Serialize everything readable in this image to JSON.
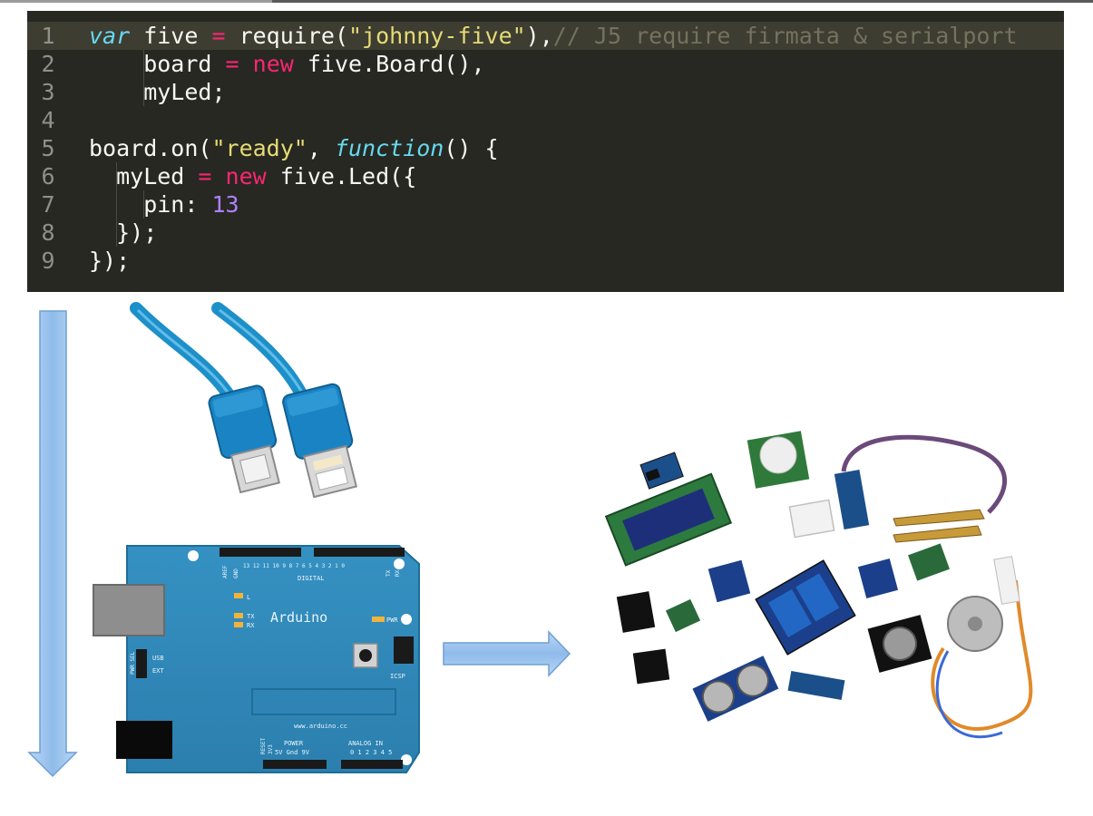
{
  "colors": {
    "editor_bg": "#272822",
    "active_line": "#3e3d32",
    "keyword": "#66d9ef",
    "operator": "#f92672",
    "string": "#e6db74",
    "comment": "#75715e",
    "number": "#ae81ff",
    "arrow": "#9cc3ee",
    "board": "#2f86b5",
    "cable": "#1d8fc9"
  },
  "code": {
    "lines": [
      {
        "n": "1",
        "tokens": [
          {
            "t": "var",
            "c": "kw-it"
          },
          {
            "t": " five ",
            "c": "plain"
          },
          {
            "t": "=",
            "c": "op"
          },
          {
            "t": " require(",
            "c": "plain"
          },
          {
            "t": "\"johnny-five\"",
            "c": "str"
          },
          {
            "t": "),",
            "c": "plain"
          },
          {
            "t": "// J5 require firmata & serialport",
            "c": "cm"
          }
        ]
      },
      {
        "n": "2",
        "tokens": [
          {
            "t": "    board ",
            "c": "plain"
          },
          {
            "t": "=",
            "c": "op"
          },
          {
            "t": " ",
            "c": "plain"
          },
          {
            "t": "new",
            "c": "op"
          },
          {
            "t": " five.Board(),",
            "c": "plain"
          }
        ]
      },
      {
        "n": "3",
        "tokens": [
          {
            "t": "    myLed;",
            "c": "plain"
          }
        ]
      },
      {
        "n": "4",
        "tokens": []
      },
      {
        "n": "5",
        "tokens": [
          {
            "t": "board.on(",
            "c": "plain"
          },
          {
            "t": "\"ready\"",
            "c": "str"
          },
          {
            "t": ", ",
            "c": "plain"
          },
          {
            "t": "function",
            "c": "kw-it"
          },
          {
            "t": "() {",
            "c": "plain"
          }
        ]
      },
      {
        "n": "6",
        "tokens": [
          {
            "t": "  myLed ",
            "c": "plain"
          },
          {
            "t": "=",
            "c": "op"
          },
          {
            "t": " ",
            "c": "plain"
          },
          {
            "t": "new",
            "c": "op"
          },
          {
            "t": " five.Led({",
            "c": "plain"
          }
        ]
      },
      {
        "n": "7",
        "tokens": [
          {
            "t": "    pin: ",
            "c": "plain"
          },
          {
            "t": "13",
            "c": "num"
          }
        ]
      },
      {
        "n": "8",
        "tokens": [
          {
            "t": "  });",
            "c": "plain"
          }
        ]
      },
      {
        "n": "9",
        "tokens": [
          {
            "t": "});",
            "c": "plain"
          }
        ]
      }
    ]
  },
  "board_labels": {
    "name": "Arduino",
    "digital": "DIGITAL",
    "aref": "AREF",
    "gnd": "GND",
    "tx": "TX",
    "rx": "RX",
    "l": "L",
    "pwr": "PWR",
    "pwr_sel": "PWR SEL",
    "usb": "USB",
    "ext": "EXT",
    "icsp": "ICSP",
    "url": "www.arduino.cc",
    "power": "POWER",
    "power_pins": "5V Gnd 9V",
    "analog_in": "ANALOG IN",
    "analog_pins": "0 1 2 3 4 5",
    "reset": "RESET",
    "v33": "3V3",
    "digital_pins": "13 12 11 10 9 8   7 6 5 4 3 2 1 0"
  }
}
